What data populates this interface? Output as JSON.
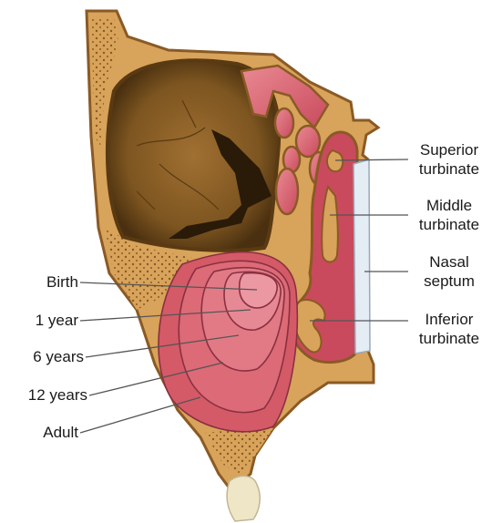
{
  "labels": {
    "left": {
      "birth": "Birth",
      "one_year": "1 year",
      "six_years": "6 years",
      "twelve_years": "12 years",
      "adult": "Adult"
    },
    "right": {
      "superior_l1": "Superior",
      "superior_l2": "turbinate",
      "middle_l1": "Middle",
      "middle_l2": "turbinate",
      "septum_l1": "Nasal",
      "septum_l2": "septum",
      "inferior_l1": "Inferior",
      "inferior_l2": "turbinate"
    }
  },
  "colors": {
    "bone": "#d8a35a",
    "bone_outline": "#8a5a25",
    "orbit": "#7a5420",
    "sinus": "#d9606e",
    "sinus_dark": "#b83a4c",
    "septum": "#e4ecf4",
    "tooth": "#efe6c8",
    "leader": "#555555"
  }
}
